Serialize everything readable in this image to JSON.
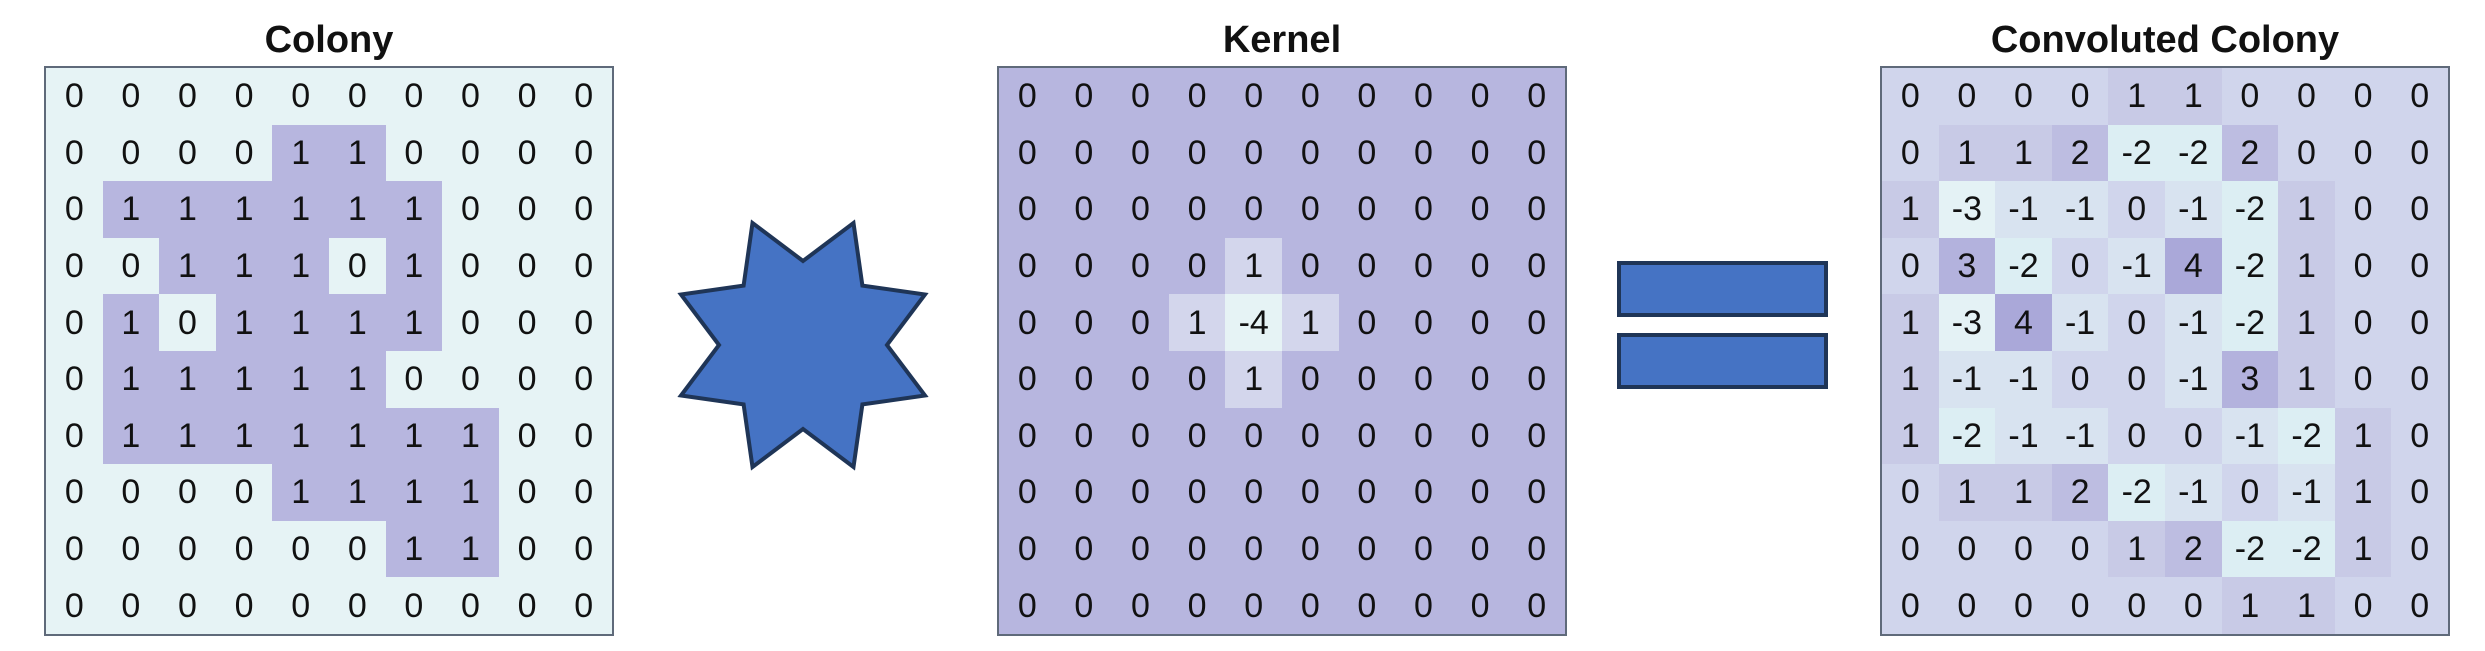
{
  "colors": {
    "low": "#e6f3f5",
    "mid": "#d3d6ec",
    "high": "#b7b6df",
    "operator_fill": "#4573c4",
    "operator_stroke": "#1f3557"
  },
  "colony": {
    "title": "Colony",
    "cells": [
      [
        0,
        0,
        0,
        0,
        0,
        0,
        0,
        0,
        0,
        0
      ],
      [
        0,
        0,
        0,
        0,
        1,
        1,
        0,
        0,
        0,
        0
      ],
      [
        0,
        1,
        1,
        1,
        1,
        1,
        1,
        0,
        0,
        0
      ],
      [
        0,
        0,
        1,
        1,
        1,
        0,
        1,
        0,
        0,
        0
      ],
      [
        0,
        1,
        0,
        1,
        1,
        1,
        1,
        0,
        0,
        0
      ],
      [
        0,
        1,
        1,
        1,
        1,
        1,
        0,
        0,
        0,
        0
      ],
      [
        0,
        1,
        1,
        1,
        1,
        1,
        1,
        1,
        0,
        0
      ],
      [
        0,
        0,
        0,
        0,
        1,
        1,
        1,
        1,
        0,
        0
      ],
      [
        0,
        0,
        0,
        0,
        0,
        0,
        1,
        1,
        0,
        0
      ],
      [
        0,
        0,
        0,
        0,
        0,
        0,
        0,
        0,
        0,
        0
      ]
    ]
  },
  "operator_convolve": {
    "icon": "eight-point-star-icon"
  },
  "kernel": {
    "title": "Kernel",
    "cells": [
      [
        0,
        0,
        0,
        0,
        0,
        0,
        0,
        0,
        0,
        0
      ],
      [
        0,
        0,
        0,
        0,
        0,
        0,
        0,
        0,
        0,
        0
      ],
      [
        0,
        0,
        0,
        0,
        0,
        0,
        0,
        0,
        0,
        0
      ],
      [
        0,
        0,
        0,
        0,
        1,
        0,
        0,
        0,
        0,
        0
      ],
      [
        0,
        0,
        0,
        1,
        -4,
        1,
        0,
        0,
        0,
        0
      ],
      [
        0,
        0,
        0,
        0,
        1,
        0,
        0,
        0,
        0,
        0
      ],
      [
        0,
        0,
        0,
        0,
        0,
        0,
        0,
        0,
        0,
        0
      ],
      [
        0,
        0,
        0,
        0,
        0,
        0,
        0,
        0,
        0,
        0
      ],
      [
        0,
        0,
        0,
        0,
        0,
        0,
        0,
        0,
        0,
        0
      ],
      [
        0,
        0,
        0,
        0,
        0,
        0,
        0,
        0,
        0,
        0
      ]
    ]
  },
  "operator_equals": {
    "icon": "equals-icon"
  },
  "convoluted": {
    "title": "Convoluted Colony",
    "cells": [
      [
        0,
        0,
        0,
        0,
        1,
        1,
        0,
        0,
        0,
        0
      ],
      [
        0,
        1,
        1,
        2,
        -2,
        -2,
        2,
        0,
        0,
        0
      ],
      [
        1,
        -3,
        -1,
        -1,
        0,
        -1,
        -2,
        1,
        0,
        0
      ],
      [
        0,
        3,
        -2,
        0,
        -1,
        4,
        -2,
        1,
        0,
        0
      ],
      [
        1,
        -3,
        4,
        -1,
        0,
        -1,
        -2,
        1,
        0,
        0
      ],
      [
        1,
        -1,
        -1,
        0,
        0,
        -1,
        3,
        1,
        0,
        0
      ],
      [
        1,
        -2,
        -1,
        -1,
        0,
        0,
        -1,
        -2,
        1,
        0
      ],
      [
        0,
        1,
        1,
        2,
        -2,
        -1,
        0,
        -1,
        1,
        0
      ],
      [
        0,
        0,
        0,
        0,
        1,
        2,
        -2,
        -2,
        1,
        0
      ],
      [
        0,
        0,
        0,
        0,
        0,
        0,
        1,
        1,
        0,
        0
      ]
    ]
  }
}
